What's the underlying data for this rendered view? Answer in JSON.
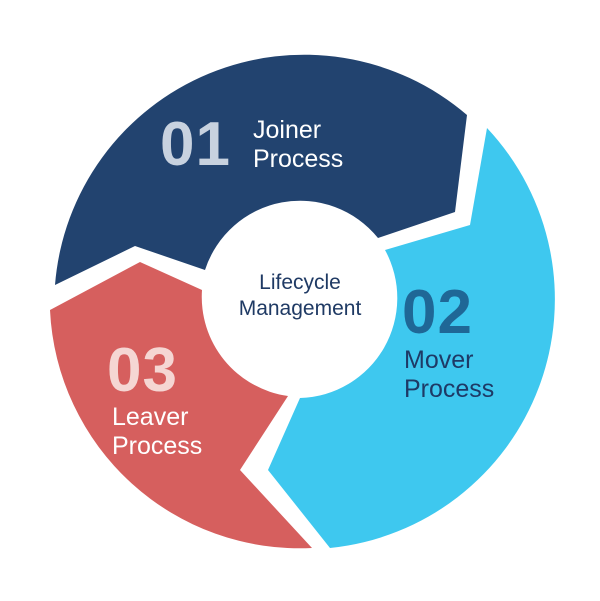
{
  "center": {
    "line1": "Lifecycle",
    "line2": "Management"
  },
  "stages": [
    {
      "number": "01",
      "line1": "Joiner",
      "line2": "Process",
      "color": "#22436f"
    },
    {
      "number": "02",
      "line1": "Mover",
      "line2": "Process",
      "color": "#3ec8ef"
    },
    {
      "number": "03",
      "line1": "Leaver",
      "line2": "Process",
      "color": "#d65f5e"
    }
  ],
  "colors": {
    "center_text": "#1f3a64",
    "number_01": "#c8d2df",
    "number_02": "#1f6796",
    "number_03": "#f5d6d3",
    "mover_text": "#1e3a66"
  }
}
